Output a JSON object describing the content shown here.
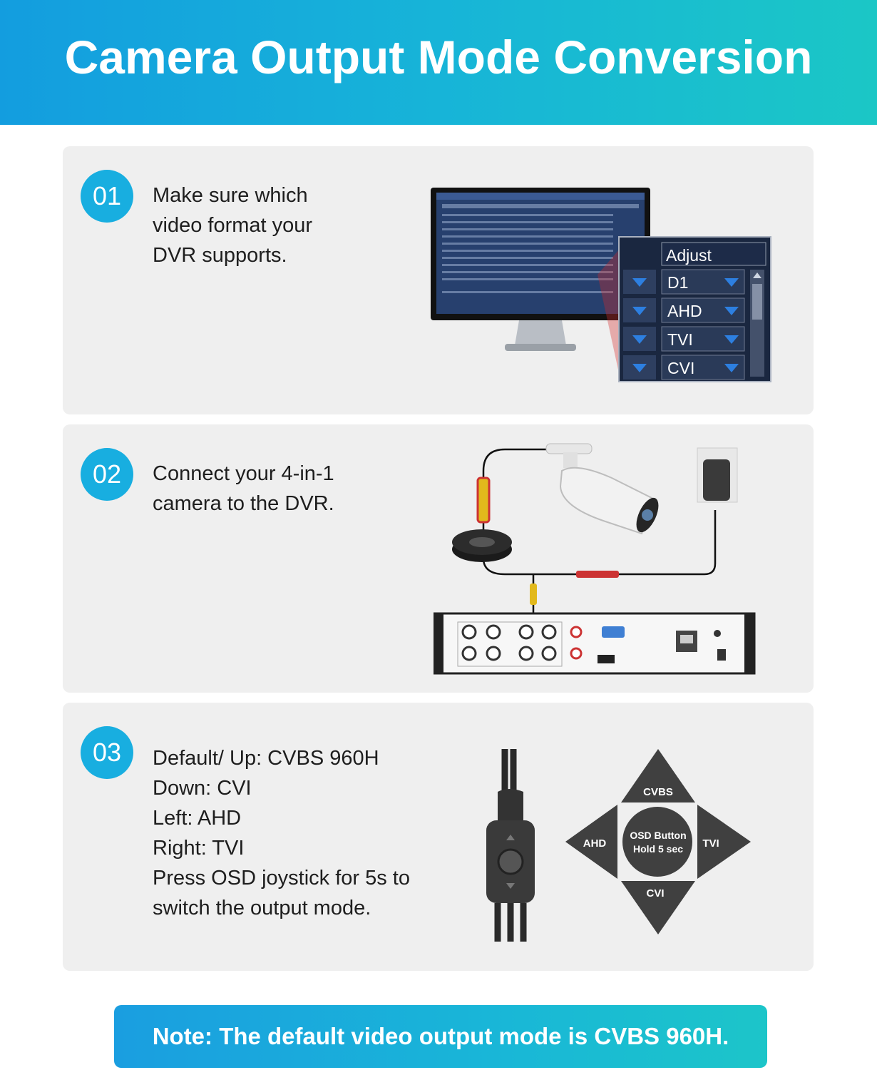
{
  "header": {
    "title": "Camera Output Mode Conversion"
  },
  "steps": [
    {
      "number": "01",
      "lines": [
        "Make sure which",
        "video format your",
        "DVR supports."
      ],
      "menu": {
        "title": "Adjust",
        "options": [
          "D1",
          "AHD",
          "TVI",
          "CVI"
        ]
      }
    },
    {
      "number": "02",
      "lines": [
        "Connect your 4-in-1",
        "camera to the DVR."
      ]
    },
    {
      "number": "03",
      "lines": [
        "Default/ Up: CVBS 960H",
        "Down: CVI",
        "Left: AHD",
        "Right: TVI",
        "Press OSD joystick for 5s to",
        "switch the output mode."
      ],
      "joystick": {
        "up": "CVBS",
        "down": "CVI",
        "left": "AHD",
        "right": "TVI",
        "center_line1": "OSD Button",
        "center_line2": "Hold 5 sec"
      }
    }
  ],
  "note": "Note: The default video output mode is CVBS 960H.",
  "colors": {
    "accent": "#18aee0",
    "card": "#efefef",
    "joystick": "#404040",
    "menu_bg": "#1d2b48"
  }
}
